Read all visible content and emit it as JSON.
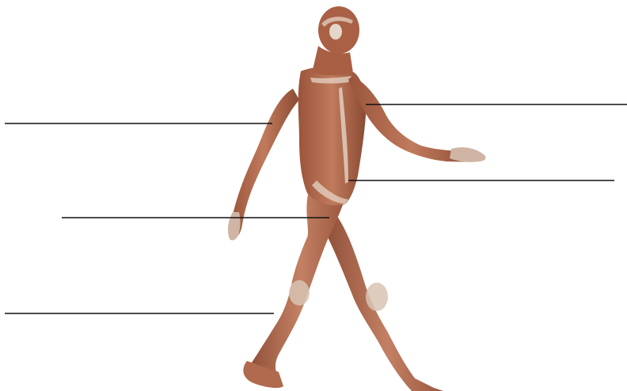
{
  "diagram": {
    "subject": "human-muscular-system-walking-figure",
    "labels": [
      {
        "id": "arm-muscle",
        "side": "left",
        "text": ""
      },
      {
        "id": "thigh-muscle",
        "side": "left",
        "text": ""
      },
      {
        "id": "calf-muscle",
        "side": "left",
        "text": ""
      },
      {
        "id": "chest-muscle",
        "side": "right",
        "text": ""
      },
      {
        "id": "abdominal-muscle",
        "side": "right",
        "text": ""
      }
    ]
  },
  "colors": {
    "skin_dark": "#8a4a33",
    "skin_mid": "#b86e52",
    "skin_light": "#d49a7d",
    "tendon": "#e8dccd",
    "line": "#111111",
    "background": "#ffffff"
  }
}
